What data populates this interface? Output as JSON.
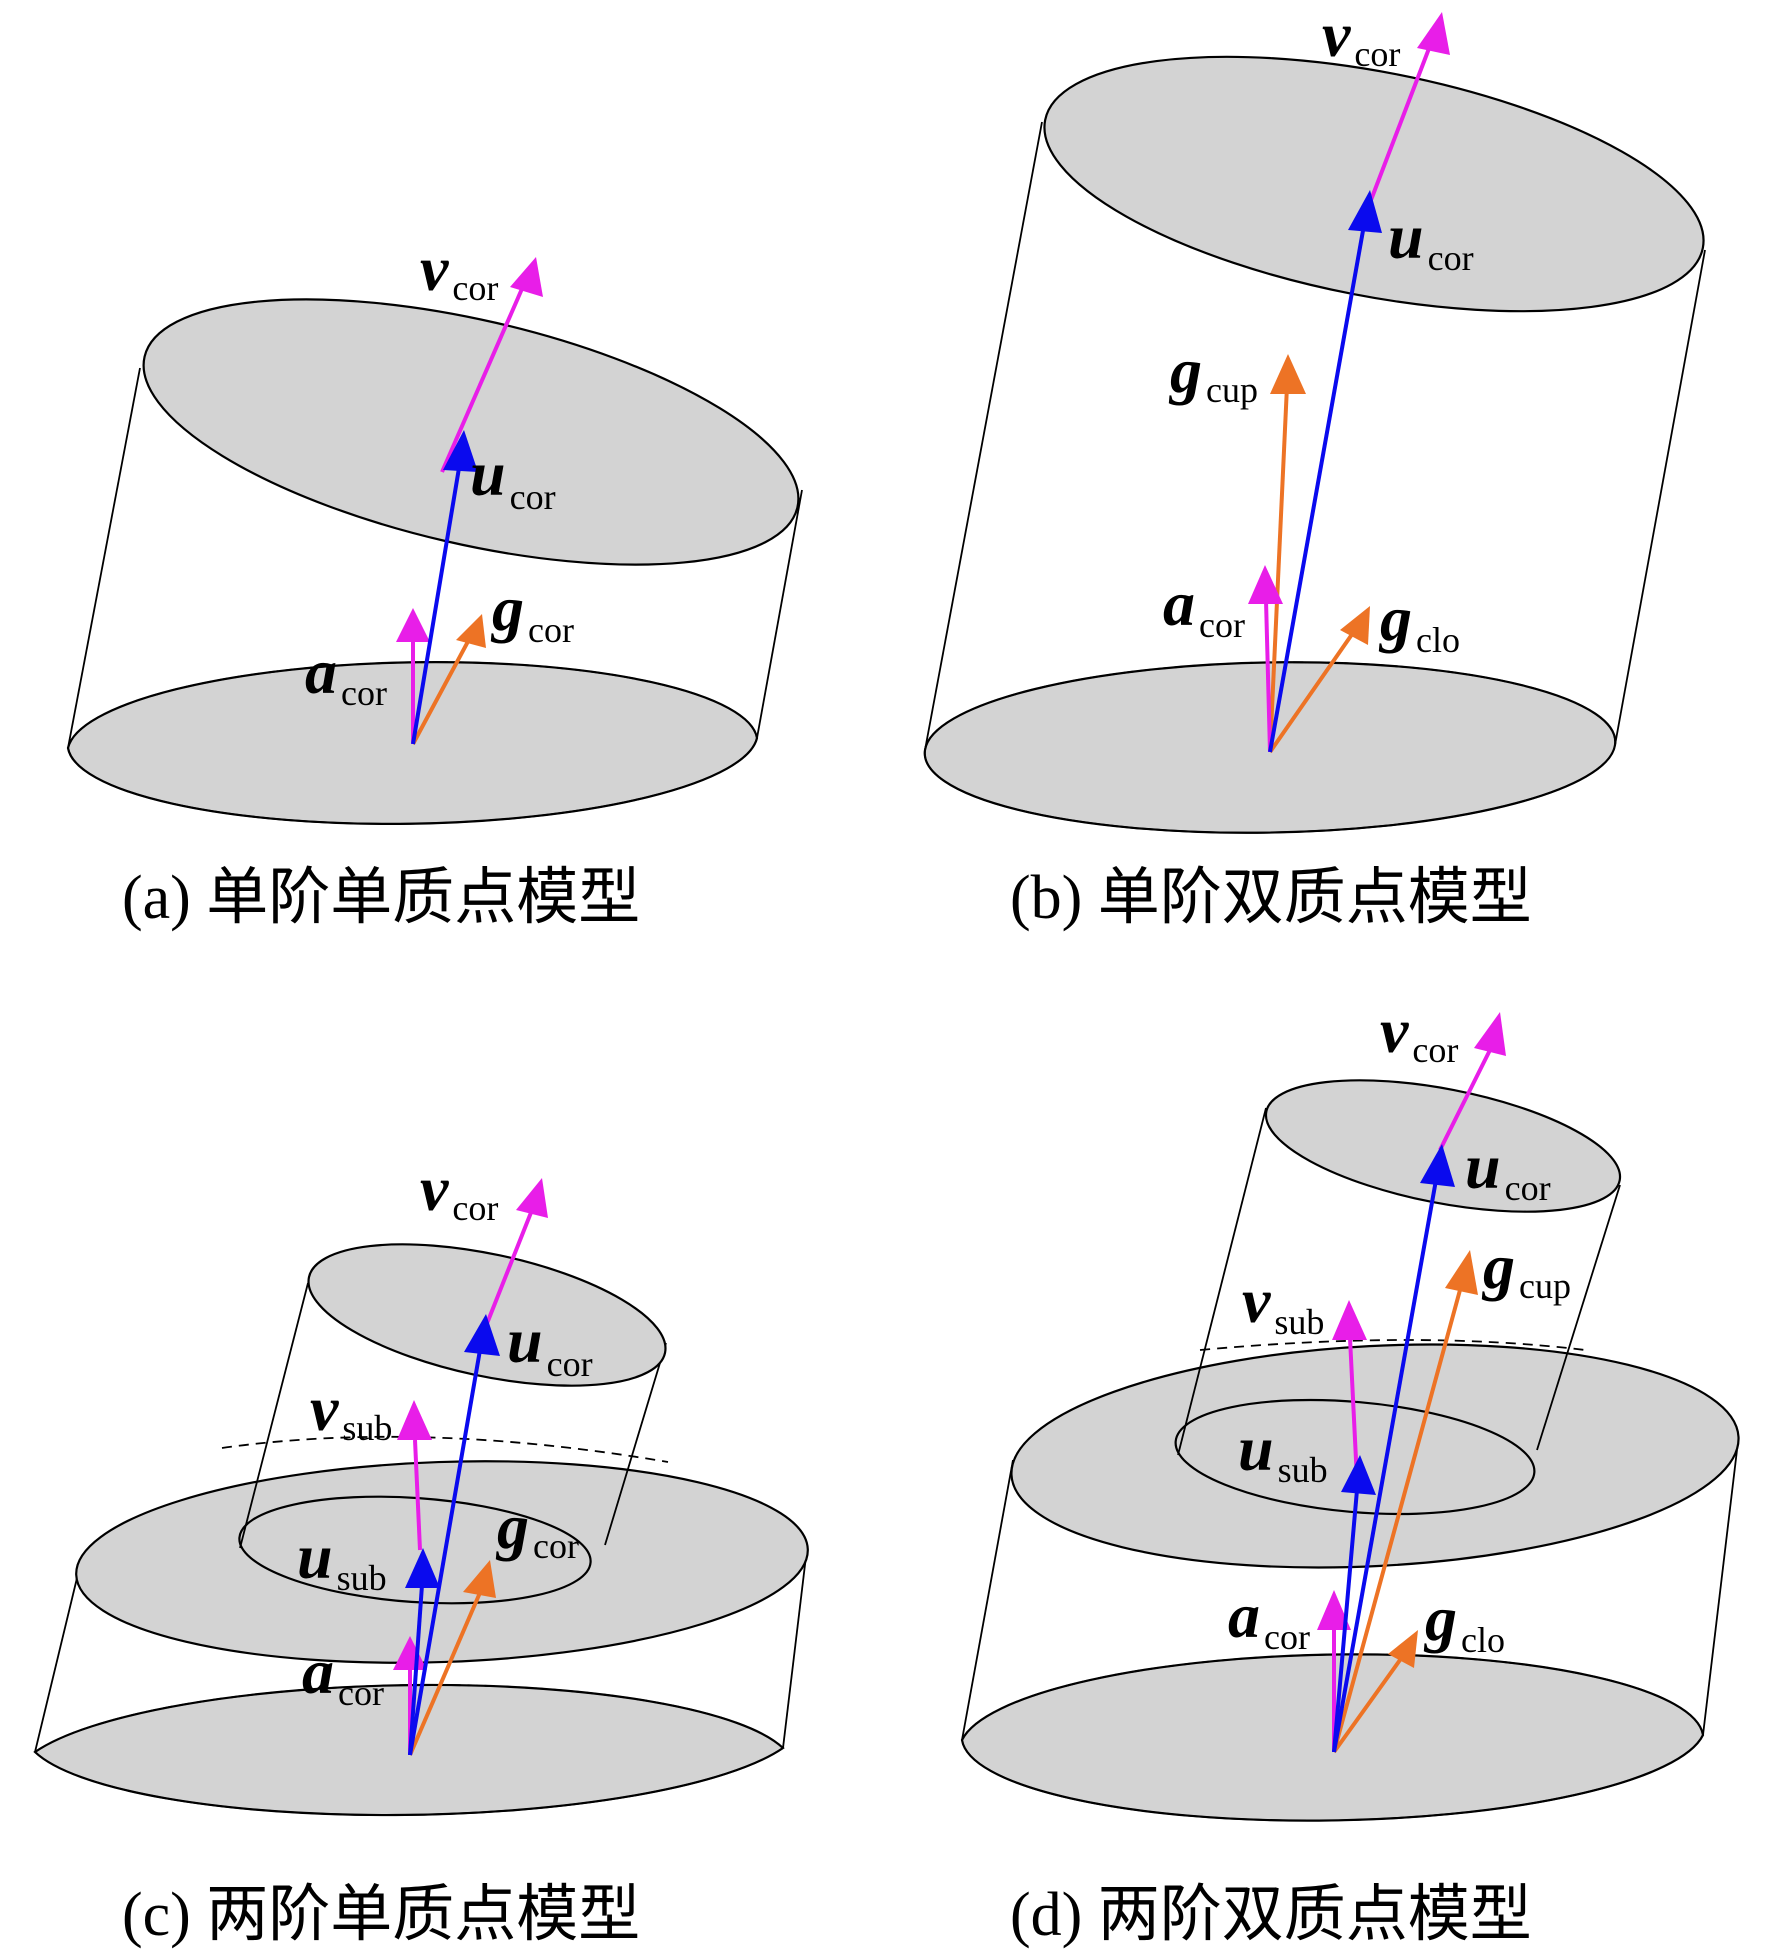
{
  "colors": {
    "v": "#e81ee8",
    "u": "#0a0aee",
    "g": "#ed7325",
    "a": "#e81ee8",
    "disc_fill": "#d3d3d3",
    "line": "#000000"
  },
  "panels": [
    {
      "id": "a",
      "caption": "(a) 单阶单质点模型",
      "labels": [
        {
          "main": "v",
          "sub": "cor"
        },
        {
          "main": "u",
          "sub": "cor"
        },
        {
          "main": "g",
          "sub": "cor"
        },
        {
          "main": "a",
          "sub": "cor"
        }
      ]
    },
    {
      "id": "b",
      "caption": "(b) 单阶双质点模型",
      "labels": [
        {
          "main": "v",
          "sub": "cor"
        },
        {
          "main": "u",
          "sub": "cor"
        },
        {
          "main": "g",
          "sub": "cup"
        },
        {
          "main": "a",
          "sub": "cor"
        },
        {
          "main": "g",
          "sub": "clo"
        }
      ]
    },
    {
      "id": "c",
      "caption": "(c) 两阶单质点模型",
      "labels": [
        {
          "main": "v",
          "sub": "cor"
        },
        {
          "main": "u",
          "sub": "cor"
        },
        {
          "main": "v",
          "sub": "sub"
        },
        {
          "main": "g",
          "sub": "cor"
        },
        {
          "main": "u",
          "sub": "sub"
        },
        {
          "main": "a",
          "sub": "cor"
        }
      ]
    },
    {
      "id": "d",
      "caption": "(d) 两阶双质点模型",
      "labels": [
        {
          "main": "v",
          "sub": "cor"
        },
        {
          "main": "u",
          "sub": "cor"
        },
        {
          "main": "g",
          "sub": "cup"
        },
        {
          "main": "v",
          "sub": "sub"
        },
        {
          "main": "u",
          "sub": "sub"
        },
        {
          "main": "a",
          "sub": "cor"
        },
        {
          "main": "g",
          "sub": "clo"
        }
      ]
    }
  ]
}
